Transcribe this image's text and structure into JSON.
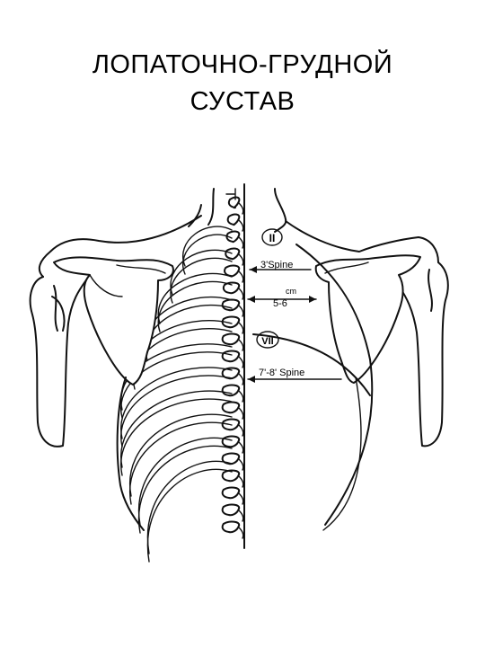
{
  "title": {
    "line1": "ЛОПАТОЧНО-ГРУДНОЙ",
    "line2": "СУСТАВ"
  },
  "diagram": {
    "labels": {
      "vertebra_upper": "II",
      "spine_3": "3'Spine",
      "cm_unit": "cm",
      "distance": "5-6",
      "vertebra_lower": "VII",
      "spine_7_8": "7'-8' Spine"
    },
    "colors": {
      "ink": "#111111",
      "background": "#ffffff"
    }
  }
}
